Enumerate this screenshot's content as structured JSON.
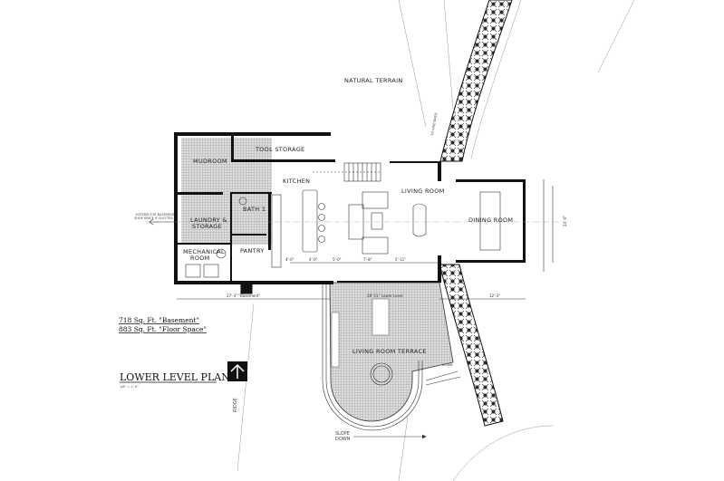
{
  "plan": {
    "title": "LOWER LEVEL PLAN",
    "scale": "1/8\" = 1'-0\"",
    "area_basement": "718 Sq. Ft. \"Basement\"",
    "area_floor": "883 Sq. Ft. \"Floor Space\"",
    "north_icon": "north-arrow-icon"
  },
  "site": {
    "natural_terrain": "NATURAL TERRAIN",
    "to_vineyards": "TO VINEYARDS",
    "ridge": "RIDGE",
    "slope_down_1": "SLOPE",
    "slope_down_2": "DOWN",
    "down": "DOWN",
    "extend_note_1": "EXTEND FOR BASEMENT",
    "extend_note_2": "SHOP SPACE IF ELECTED"
  },
  "rooms": {
    "tool_storage": "TOOL STORAGE",
    "mudroom": "MUDROOM",
    "kitchen": "KITCHEN",
    "living_room": "LIVING ROOM",
    "dining_room": "DINING ROOM",
    "laundry_1": "LAUNDRY &",
    "laundry_2": "STORAGE",
    "bath": "BATH 1",
    "mechanical_1": "MECHANICAL",
    "mechanical_2": "ROOM",
    "pantry": "PANTRY",
    "terrace": "LIVING ROOM TERRACE"
  },
  "dimensions": {
    "basement": "27'-3\" \"Basement\"",
    "lower_level": "28'-11\" Lower Level",
    "right": "12'-3\"",
    "k1": "4'-0\"",
    "k2": "4'-0\"",
    "k3": "5'-0\"",
    "k4": "7'-8\"",
    "k5": "5'-11\"",
    "dining_total": "24'-0\""
  }
}
